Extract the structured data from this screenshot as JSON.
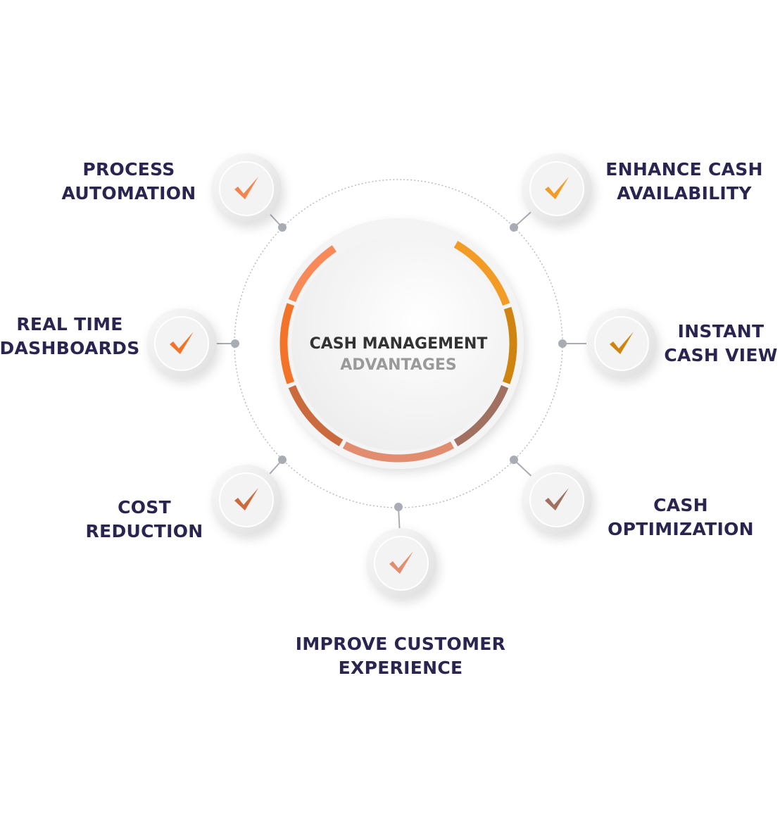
{
  "center": {
    "title": "CASH MANAGEMENT",
    "subtitle": "ADVANTAGES"
  },
  "items": [
    {
      "line1": "PROCESS",
      "line2": "AUTOMATION",
      "color": "#F4834E"
    },
    {
      "line1": "ENHANCE CASH",
      "line2": "AVAILABILITY",
      "color": "#F29C26"
    },
    {
      "line1": "REAL TIME",
      "line2": "DASHBOARDS",
      "color": "#F37428"
    },
    {
      "line1": "INSTANT",
      "line2": "CASH VIEW",
      "color": "#D08410"
    },
    {
      "line1": "COST",
      "line2": "REDUCTION",
      "color": "#CB6A3C"
    },
    {
      "line1": "CASH",
      "line2": "OPTIMIZATION",
      "color": "#A07060"
    },
    {
      "line1": "IMPROVE CUSTOMER",
      "line2": "EXPERIENCE",
      "color": "#E28D70"
    }
  ],
  "ring_colors": [
    "#F29C26",
    "#D08410",
    "#A07060",
    "#E28D70",
    "#CB6A3C",
    "#F37428",
    "#F88A5A"
  ]
}
